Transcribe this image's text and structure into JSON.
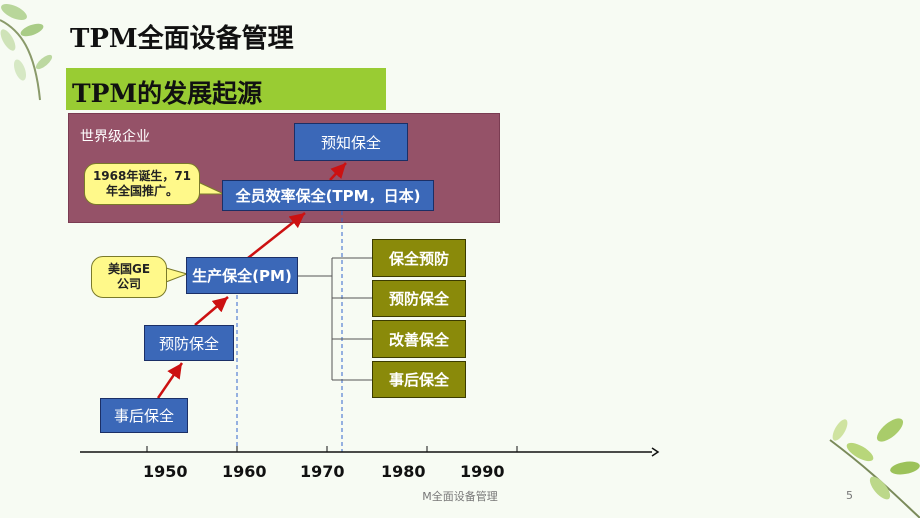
{
  "slide": {
    "title": "TPM全面设备管理",
    "subtitle": "TPM的发展起源",
    "world_class_label": "世界级企业",
    "footer": "M全面设备管理",
    "page_number": "5"
  },
  "diagram": {
    "boxes": {
      "predictive": "预知保全",
      "tpm": "全员效率保全(TPM，日本)",
      "pm": "生产保全(PM)",
      "preventive": "预防保全",
      "breakdown": "事后保全"
    },
    "pm_branches": [
      "保全预防",
      "预防保全",
      "改善保全",
      "事后保全"
    ],
    "callouts": {
      "tpm_note": "1968年诞生，71\n年全国推广。",
      "ge_note": "美国GE\n公司"
    },
    "axis_years": [
      "1950",
      "1960",
      "1970",
      "1980",
      "1990"
    ],
    "colors": {
      "box_blue": "#3b68b8",
      "olive": "#8a8a0a",
      "world_band": "#955268",
      "title_bar": "#99cc33",
      "callout": "#fff98a",
      "arrow": "#cc1111",
      "dashed": "#3366cc"
    }
  }
}
